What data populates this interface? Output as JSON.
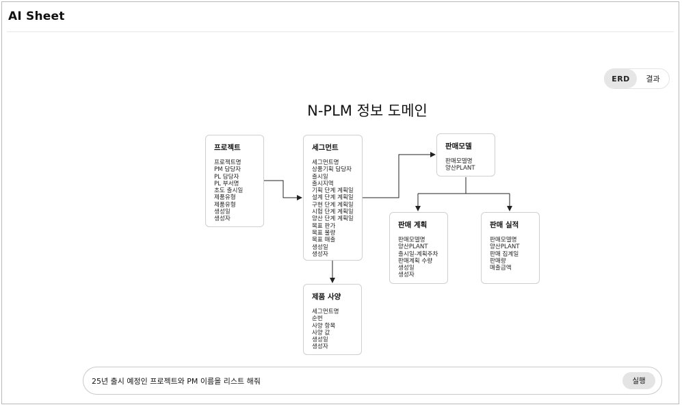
{
  "app": {
    "title": "AI Sheet"
  },
  "view_toggle": {
    "options": [
      "ERD",
      "결과"
    ],
    "selected": "ERD"
  },
  "diagram": {
    "title": "N-PLM 정보 도메인",
    "entities": {
      "project": {
        "title": "프로젝트",
        "fields": [
          "프로젝트명",
          "PM 담당자",
          "PL 담당자",
          "PL 부서명",
          "초도 출시일",
          "제품유형",
          "제품유형",
          "생성일",
          "생성자"
        ]
      },
      "segment": {
        "title": "세그먼트",
        "fields": [
          "세그먼트명",
          "상품기획 담당자",
          "출시일",
          "출시지역",
          "기획 단계 계획일",
          "설계 단계 계획일",
          "구현 단계 계획일",
          "시험 단계 계획일",
          "양산 단계 계획일",
          "목표 판가",
          "목표 물량",
          "목표 매출",
          "생성일",
          "생성자"
        ]
      },
      "sales_model": {
        "title": "판매모델",
        "fields": [
          "판매모델명",
          "양산PLANT"
        ]
      },
      "sales_plan": {
        "title": "판매 계획",
        "fields": [
          "판매모델명",
          "양산PLANT",
          "출시일-계획주차",
          "판매계획 수량",
          "생성일",
          "생성자"
        ]
      },
      "sales_actual": {
        "title": "판매 실적",
        "fields": [
          "판매모델명",
          "양산PLANT",
          "판매 집계일",
          "판매량",
          "매출금액"
        ]
      },
      "product_spec": {
        "title": "제품 사양",
        "fields": [
          "세그먼트명",
          "순번",
          "사양 항목",
          "사양 값",
          "생성일",
          "생성자"
        ]
      }
    }
  },
  "prompt": {
    "value": "25년 출시 예정인 프로젝트와 PM 이름을 리스트 해줘",
    "run_label": "실행"
  }
}
